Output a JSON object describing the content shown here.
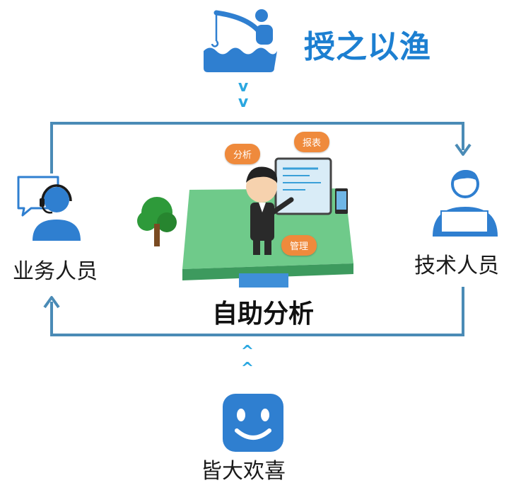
{
  "top": {
    "title": "授之以渔",
    "icon": "fishing-icon"
  },
  "center": {
    "title": "自助分析",
    "bubbles": {
      "analysis": "分析",
      "report": "报表",
      "manage": "管理"
    }
  },
  "left": {
    "label": "业务人员",
    "icon": "customer-service-icon"
  },
  "right": {
    "label": "技术人员",
    "icon": "developer-icon"
  },
  "bottom": {
    "label": "皆大欢喜",
    "icon": "smile-icon"
  },
  "colors": {
    "line": "#4a8bb6",
    "chevron": "#2aa7e0",
    "icon": "#2f7fd0",
    "title": "#1c7fd1",
    "bubble": "#ef8a3c"
  }
}
